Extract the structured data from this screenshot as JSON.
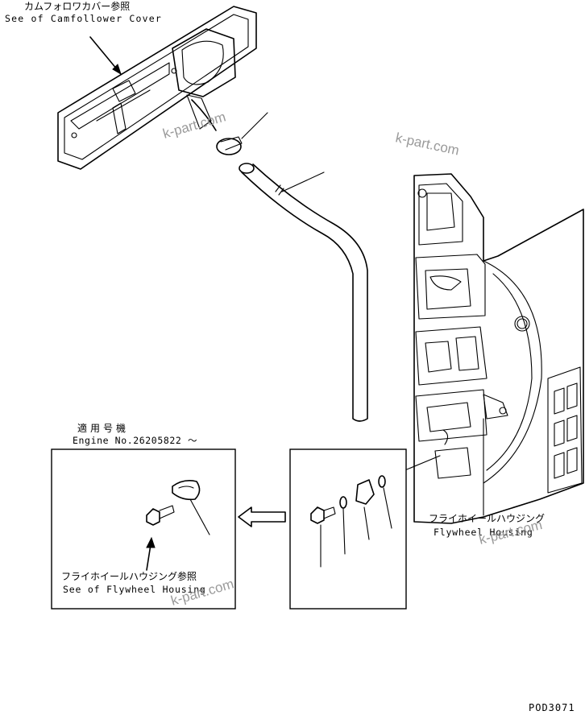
{
  "labels": {
    "camfollower_jp": "カムフォロワカバー参照",
    "camfollower_en": "See of Camfollower Cover",
    "applicable_jp": "適用号機",
    "engine_no": "Engine No.26205822 ～",
    "flywheel_housing_ref_jp": "フライホイールハウジング参照",
    "flywheel_housing_ref_en": "See of Flywheel Housing",
    "flywheel_housing_jp": "フライホイールハウジング",
    "flywheel_housing_en": "Flywheel Housing",
    "drawing_code": "POD3071"
  },
  "watermarks": [
    "k-part.com",
    "k-part.com",
    "k-part.com",
    "k-part.com"
  ]
}
